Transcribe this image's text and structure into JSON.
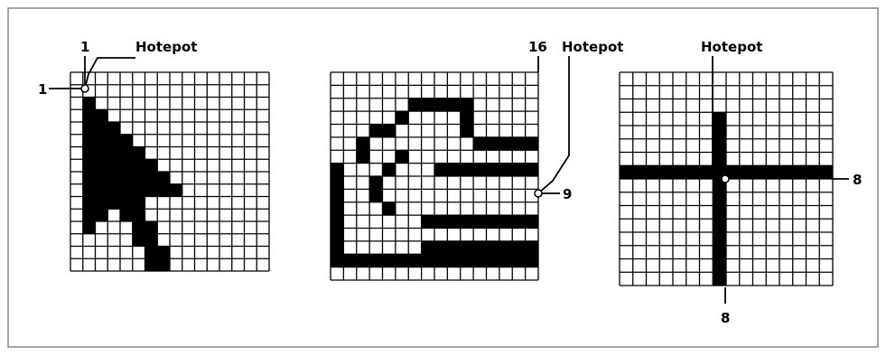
{
  "labels": {
    "hotspot": "Hotepot",
    "arrow_row": "1",
    "arrow_col": "1",
    "hand_col": "16",
    "hand_row": "9",
    "cross_row": "8",
    "cross_col": "8"
  },
  "panels": [
    {
      "id": "arrow-cursor",
      "rows": [
        "0000000000000000",
        "0000000000000000",
        "0100000000000000",
        "0110000000000000",
        "0111000000000000",
        "0111100000000000",
        "0111110000000000",
        "0111111000000000",
        "0111111100000000",
        "0111111110000000",
        "0111110000000000",
        "0110110000000000",
        "0100011000000000",
        "0000011000000000",
        "0000001100000000",
        "0000001100000000"
      ]
    },
    {
      "id": "pointing-hand-cursor",
      "rows": [
        "0000000000000000",
        "0000000000000000",
        "0000001111100000",
        "0000010000100000",
        "0001100000100000",
        "0010000000011111",
        "0010010000000000",
        "1000100011111111",
        "1001000000000000",
        "1001000000000000",
        "1000100000000000",
        "1000000111111111",
        "1000000000000000",
        "1000000111111111",
        "1111111111111111",
        "0000000000000000"
      ]
    },
    {
      "id": "crosshair-cursor",
      "rows": [
        "0000000000000000",
        "0000000000000000",
        "0000000000000000",
        "0000000100000000",
        "0000000100000000",
        "0000000100000000",
        "0000000100000000",
        "1111111111111111",
        "0000000100000000",
        "0000000100000000",
        "0000000100000000",
        "0000000100000000",
        "0000000100000000",
        "0000000100000000",
        "0000000100000000",
        "0000000100000000"
      ]
    }
  ]
}
